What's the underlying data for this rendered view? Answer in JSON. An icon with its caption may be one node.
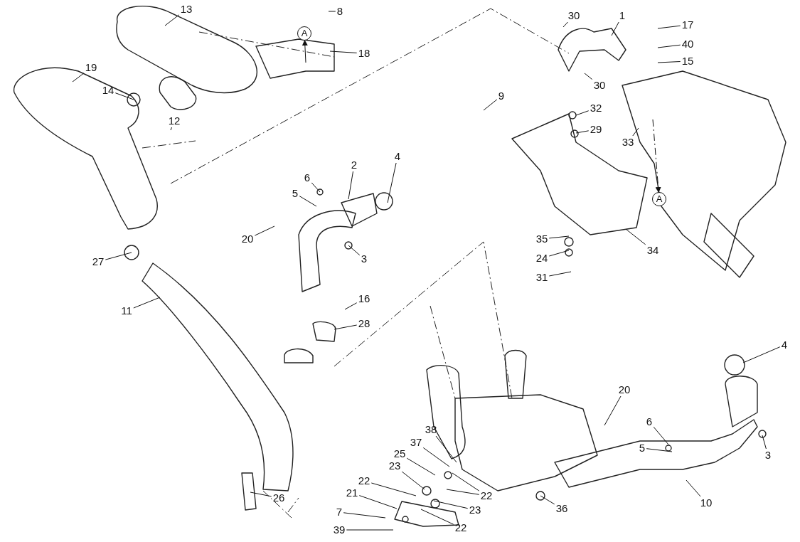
{
  "diagram": {
    "nodes": [
      {
        "text": [
          "13"
        ]
      },
      {
        "text": [
          "8"
        ]
      },
      {
        "text": [
          "18"
        ]
      },
      {
        "text": [
          "30"
        ]
      },
      {
        "text": [
          "1"
        ]
      },
      {
        "text": [
          "17"
        ]
      },
      {
        "text": [
          "40"
        ]
      },
      {
        "text": [
          "15"
        ]
      },
      {
        "text": [
          "19"
        ]
      },
      {
        "text": [
          "14"
        ]
      },
      {
        "text": [
          "12"
        ]
      },
      {
        "text": [
          "9"
        ]
      },
      {
        "text": [
          "30"
        ]
      },
      {
        "text": [
          "32"
        ]
      },
      {
        "text": [
          "29"
        ]
      },
      {
        "text": [
          "33"
        ]
      },
      {
        "text": [
          "6"
        ]
      },
      {
        "text": [
          "2"
        ]
      },
      {
        "text": [
          "4"
        ]
      },
      {
        "text": [
          "5"
        ]
      },
      {
        "text": [
          "20"
        ]
      },
      {
        "text": [
          "3"
        ]
      },
      {
        "text": [
          "35"
        ]
      },
      {
        "text": [
          "24"
        ]
      },
      {
        "text": [
          "34"
        ]
      },
      {
        "text": [
          "31"
        ]
      },
      {
        "text": [
          "27"
        ]
      },
      {
        "text": [
          "11"
        ]
      },
      {
        "text": [
          "16"
        ]
      },
      {
        "text": [
          "28"
        ]
      },
      {
        "text": [
          "4"
        ]
      },
      {
        "text": [
          "20"
        ]
      },
      {
        "text": [
          "6"
        ]
      },
      {
        "text": [
          "5"
        ]
      },
      {
        "text": [
          "3"
        ]
      },
      {
        "text": [
          "38"
        ]
      },
      {
        "text": [
          "37"
        ]
      },
      {
        "text": [
          "25"
        ]
      },
      {
        "text": [
          "22"
        ]
      },
      {
        "text": [
          "23"
        ]
      },
      {
        "text": [
          "22"
        ]
      },
      {
        "text": [
          "23"
        ]
      },
      {
        "text": [
          "21"
        ]
      },
      {
        "text": [
          "22"
        ]
      },
      {
        "text": [
          "7"
        ]
      },
      {
        "text": [
          "39"
        ]
      },
      {
        "text": [
          "10"
        ]
      },
      {
        "text": [
          "36"
        ]
      },
      {
        "text": [
          "26"
        ]
      },
      {
        "text": [
          "A"
        ]
      },
      {
        "text": [
          "A"
        ]
      }
    ],
    "edges": [
      {
        "from": 0,
        "to": null,
        "arrow": "none"
      },
      {
        "from": 1,
        "to": null,
        "arrow": "none"
      },
      {
        "from": 2,
        "to": null,
        "arrow": "none"
      },
      {
        "from": 3,
        "to": null,
        "arrow": "none"
      },
      {
        "from": 4,
        "to": null,
        "arrow": "none"
      },
      {
        "from": 5,
        "to": null,
        "arrow": "none"
      },
      {
        "from": 6,
        "to": null,
        "arrow": "none"
      },
      {
        "from": 7,
        "to": null,
        "arrow": "none"
      },
      {
        "from": 8,
        "to": null,
        "arrow": "none"
      },
      {
        "from": 9,
        "to": null,
        "arrow": "none"
      },
      {
        "from": 10,
        "to": null,
        "arrow": "none"
      },
      {
        "from": 11,
        "to": null,
        "arrow": "none"
      },
      {
        "from": 12,
        "to": null,
        "arrow": "none"
      },
      {
        "from": 13,
        "to": null,
        "arrow": "none"
      },
      {
        "from": 14,
        "to": null,
        "arrow": "none"
      },
      {
        "from": 15,
        "to": null,
        "arrow": "none"
      },
      {
        "from": 16,
        "to": null,
        "arrow": "none"
      },
      {
        "from": 17,
        "to": null,
        "arrow": "none"
      },
      {
        "from": 18,
        "to": null,
        "arrow": "none"
      },
      {
        "from": 19,
        "to": null,
        "arrow": "none"
      },
      {
        "from": 20,
        "to": null,
        "arrow": "none"
      },
      {
        "from": 21,
        "to": null,
        "arrow": "none"
      },
      {
        "from": 22,
        "to": null,
        "arrow": "none"
      },
      {
        "from": 23,
        "to": null,
        "arrow": "none"
      },
      {
        "from": 24,
        "to": null,
        "arrow": "none"
      },
      {
        "from": 25,
        "to": null,
        "arrow": "none"
      },
      {
        "from": 26,
        "to": null,
        "arrow": "none"
      },
      {
        "from": 27,
        "to": null,
        "arrow": "none"
      },
      {
        "from": 28,
        "to": null,
        "arrow": "none"
      },
      {
        "from": 29,
        "to": null,
        "arrow": "none"
      },
      {
        "from": 30,
        "to": null,
        "arrow": "none"
      },
      {
        "from": 31,
        "to": null,
        "arrow": "none"
      },
      {
        "from": 32,
        "to": null,
        "arrow": "none"
      },
      {
        "from": 33,
        "to": null,
        "arrow": "none"
      },
      {
        "from": 34,
        "to": null,
        "arrow": "none"
      },
      {
        "from": 35,
        "to": null,
        "arrow": "none"
      },
      {
        "from": 36,
        "to": null,
        "arrow": "none"
      },
      {
        "from": 37,
        "to": null,
        "arrow": "none"
      },
      {
        "from": 38,
        "to": null,
        "arrow": "none"
      },
      {
        "from": 38,
        "to": null,
        "arrow": "none"
      },
      {
        "from": 39,
        "to": null,
        "arrow": "none"
      },
      {
        "from": 40,
        "to": null,
        "arrow": "none"
      },
      {
        "from": 41,
        "to": null,
        "arrow": "none"
      },
      {
        "from": 42,
        "to": null,
        "arrow": "none"
      },
      {
        "from": 43,
        "to": null,
        "arrow": "none"
      },
      {
        "from": 44,
        "to": null,
        "arrow": "none"
      },
      {
        "from": 45,
        "to": null,
        "arrow": "none"
      },
      {
        "from": 46,
        "to": null,
        "arrow": "none"
      },
      {
        "from": 47,
        "to": null,
        "arrow": "none"
      },
      {
        "from": 48,
        "to": null,
        "arrow": "none"
      },
      {
        "from": null,
        "to": 49,
        "arrow": "to"
      },
      {
        "from": null,
        "to": 50,
        "arrow": "to",
        "style": "dashed"
      }
    ]
  }
}
